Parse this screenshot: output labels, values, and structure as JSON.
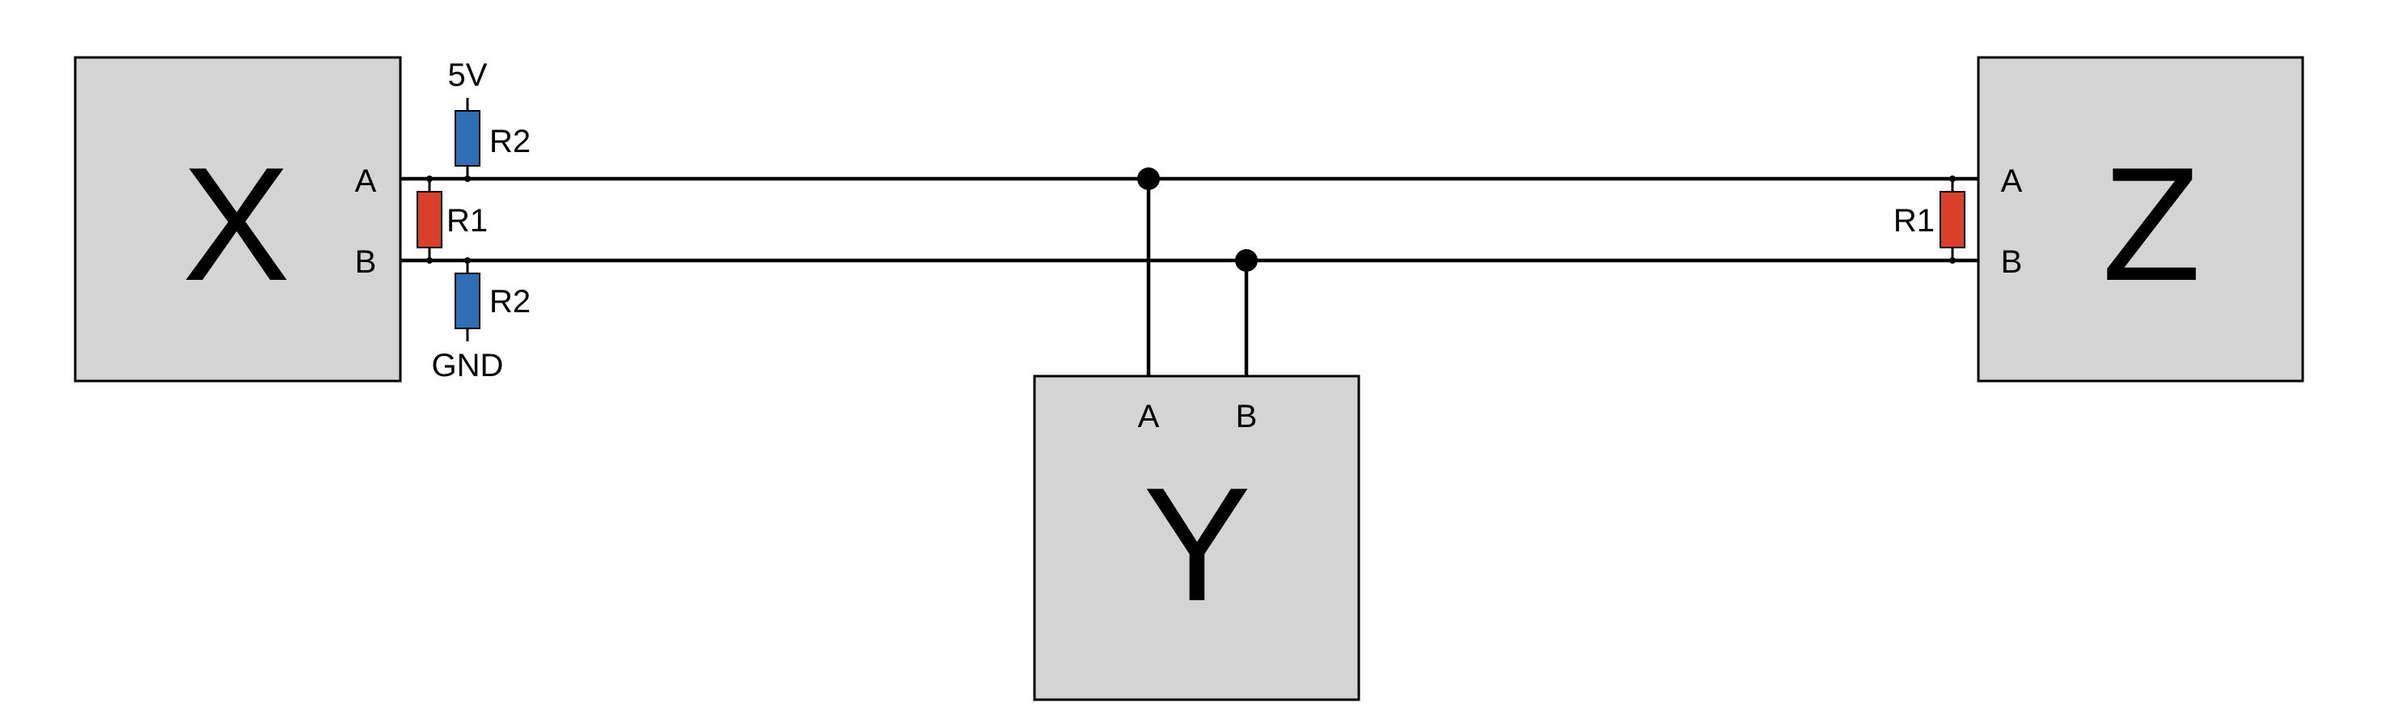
{
  "nodes": {
    "x": {
      "label": "X",
      "pin_a": "A",
      "pin_b": "B"
    },
    "y": {
      "label": "Y",
      "pin_a": "A",
      "pin_b": "B"
    },
    "z": {
      "label": "Z",
      "pin_a": "A",
      "pin_b": "B"
    }
  },
  "components": {
    "r2_top": {
      "label": "R2",
      "rail": "5V"
    },
    "r1_left": {
      "label": "R1"
    },
    "r2_bottom": {
      "label": "R2",
      "rail": "GND"
    },
    "r1_right": {
      "label": "R1"
    }
  },
  "colors": {
    "box_fill": "#d4d4d4",
    "pullup_resistor": "#2f6db5",
    "termination_resistor": "#d9402b"
  }
}
